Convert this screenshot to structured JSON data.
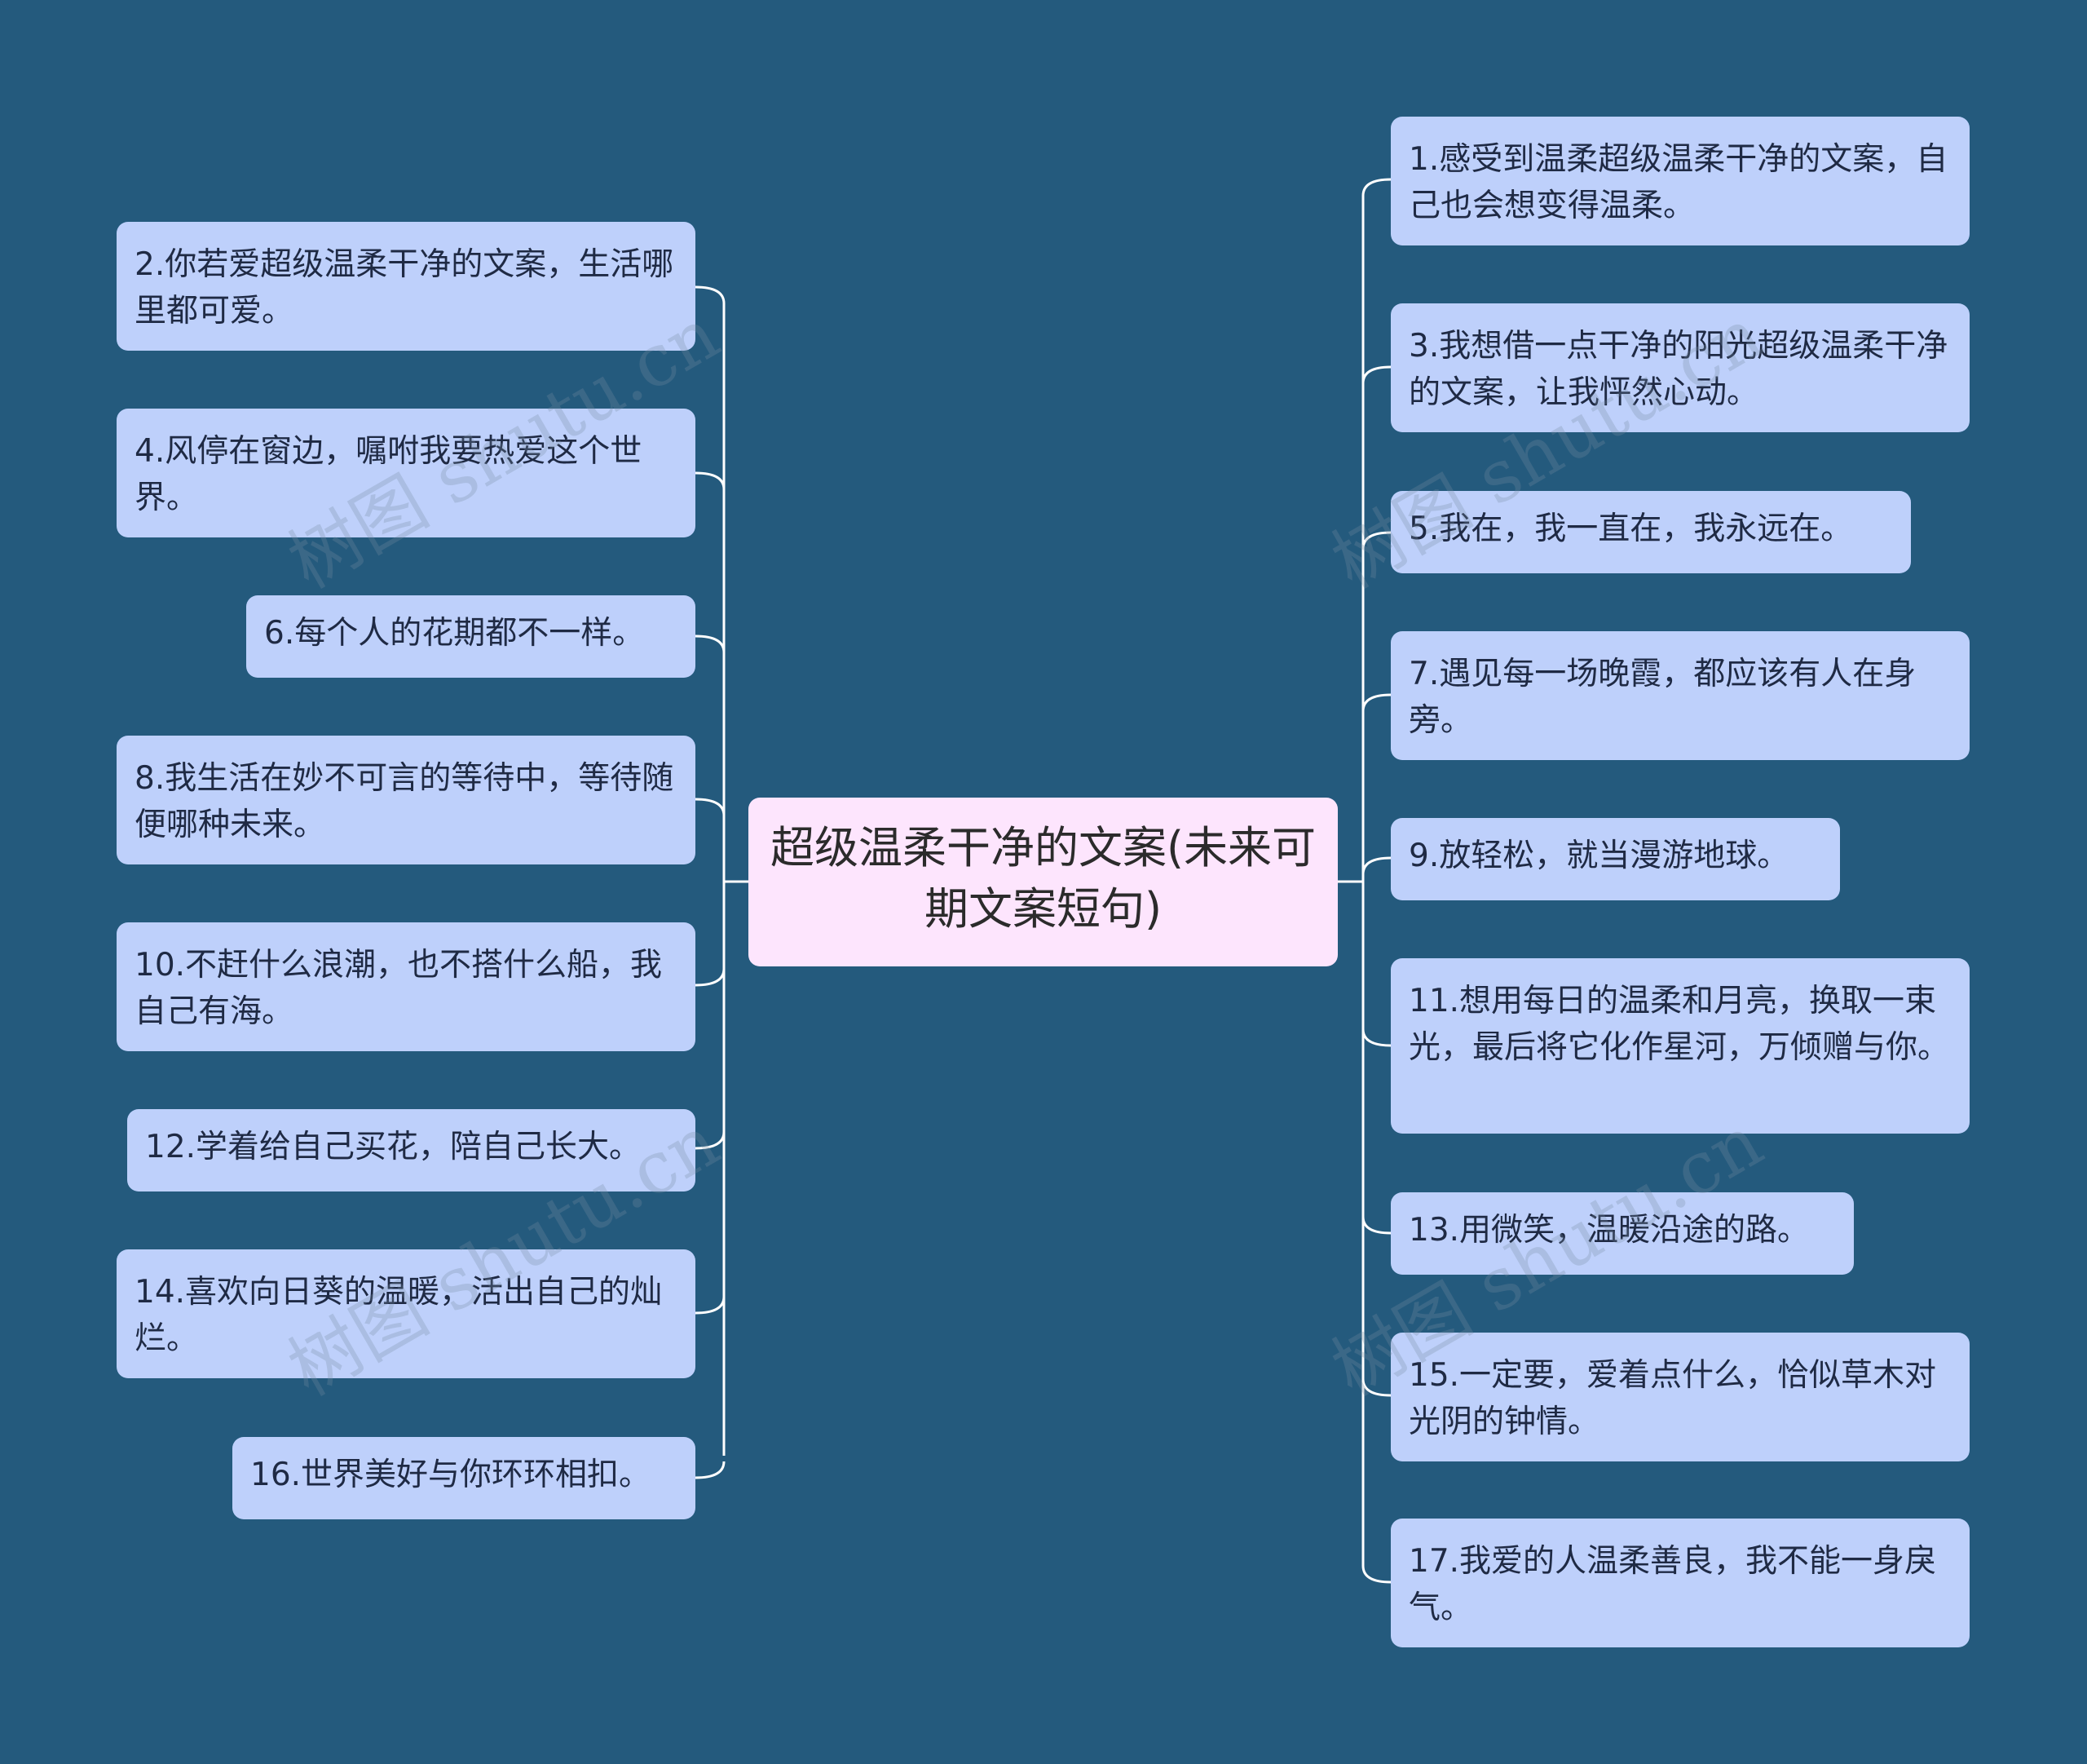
{
  "center": "超级温柔干净的文案(未来可期文案短句)",
  "watermark": "树图 shutu.cn",
  "left_nodes": [
    "2.你若爱超级温柔干净的文案，生活哪里都可爱。",
    "4.风停在窗边，嘱咐我要热爱这个世界。",
    "6.每个人的花期都不一样。",
    "8.我生活在妙不可言的等待中，等待随便哪种未来。",
    "10.不赶什么浪潮，也不搭什么船，我自己有海。",
    "12.学着给自己买花，陪自己长大。",
    "14.喜欢向日葵的温暖，活出自己的灿烂。",
    "16.世界美好与你环环相扣。"
  ],
  "right_nodes": [
    "1.感受到温柔超级温柔干净的文案，自己也会想变得温柔。",
    "3.我想借一点干净的阳光超级温柔干净的文案，让我怦然心动。",
    "5.我在，我一直在，我永远在。",
    "7.遇见每一场晚霞，都应该有人在身旁。",
    "9.放轻松，就当漫游地球。",
    "11.想用每日的温柔和月亮，换取一束光，最后将它化作星河，万倾赠与你。",
    "13.用微笑，温暖沿途的路。",
    "15.一定要，爱着点什么，恰似草木对光阴的钟情。",
    "17.我爱的人温柔善良，我不能一身戾气。"
  ],
  "colors": {
    "background": "#245a7d",
    "node": "#bed0fb",
    "center": "#fde5fd",
    "line": "#ffffff"
  }
}
